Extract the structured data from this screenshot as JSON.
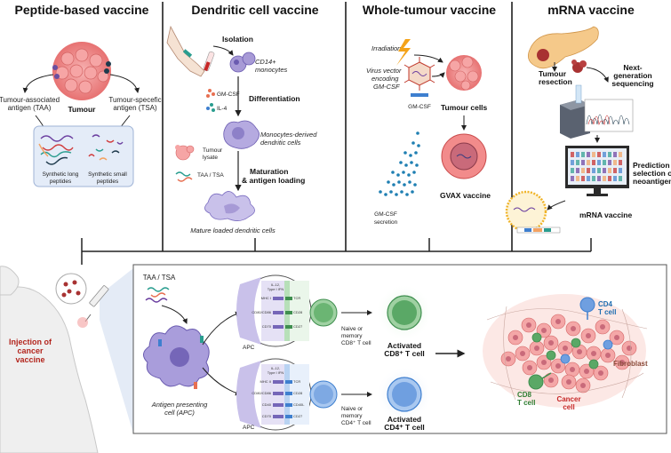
{
  "panels": {
    "peptide": {
      "title": "Peptide-based vaccine",
      "tumour": "Tumour",
      "taa": [
        "Tumour-associated",
        "antigen (TAA)"
      ],
      "tsa": [
        "Tumour-specefic",
        "antigen (TSA)"
      ],
      "long": [
        "Synthetic long",
        "peptides"
      ],
      "small": [
        "Synthetic small",
        "peptides"
      ]
    },
    "dendritic": {
      "title": "Dendritic cell vaccine",
      "isolation": "Isolation",
      "cd14": [
        "CD14+",
        "monocytes"
      ],
      "gmcsf": "GM-CSF",
      "il4": "IL-4",
      "differentiation": "Differentiation",
      "monocytes_derived": [
        "Monocytes-derived",
        "dendritic cells"
      ],
      "lysate": [
        "Tumour",
        "lysate"
      ],
      "taatsa": "TAA / TSA",
      "maturation": [
        "Maturation",
        "& antigen loading"
      ],
      "mature": "Mature loaded dendritic cells"
    },
    "whole": {
      "title": "Whole-tumour vaccine",
      "irradiation": "Irradiation",
      "virus": [
        "Virus vector",
        "encoding",
        "GM-CSF"
      ],
      "gmcsf": "GM-CSF",
      "tumour_cells": "Tumour cells",
      "gvax": "GVAX vaccine",
      "secretion": [
        "GM-CSF",
        "secretion"
      ]
    },
    "mrna": {
      "title": "mRNA vaccine",
      "resection": [
        "Tumour",
        "resection"
      ],
      "ngs": [
        "Next-",
        "generation",
        "sequencing"
      ],
      "prediction": [
        "Prediction &",
        "selection of",
        "neoantigens"
      ],
      "mrna": "mRNA vaccine"
    }
  },
  "bottom": {
    "injection": [
      "Injection of",
      "cancer",
      "vaccine"
    ],
    "taatsa": "TAA / TSA",
    "apc_full": [
      "Antigen presenting",
      "cell (APC)"
    ],
    "apc": "APC",
    "il12": [
      "IL-12,",
      "Type I IFN"
    ],
    "top_receptors_left": [
      "MHC I",
      "CD80/CD86",
      "CD70"
    ],
    "top_receptors_right": [
      "TCR",
      "CD28",
      "CD27"
    ],
    "bottom_receptors_left": [
      "MHC II",
      "CD80/CD86",
      "CD40",
      "CD70"
    ],
    "bottom_receptors_right": [
      "TCR",
      "CD28",
      "CD40L",
      "CD27"
    ],
    "naive_cd8": [
      "Naive or",
      "memory",
      "CD8⁺ T cell"
    ],
    "naive_cd4": [
      "Naive or",
      "memory",
      "CD4⁺ T cell"
    ],
    "activated_cd8": [
      "Activated",
      "CD8⁺ T cell"
    ],
    "activated_cd4": [
      "Activated",
      "CD4⁺ T cell"
    ],
    "cd4_label": [
      "CD4",
      "T cell"
    ],
    "cd8_label": [
      "CD8",
      "T cell"
    ],
    "fibroblast": "Fibroblast",
    "cancer_cell": [
      "Cancer",
      "cell"
    ]
  },
  "colors": {
    "apc": "#8d80c8",
    "cd8": "#3f8f4f",
    "cd4": "#3e7fcf",
    "tumour": "#f08a8a",
    "injection": "#b3261e"
  }
}
